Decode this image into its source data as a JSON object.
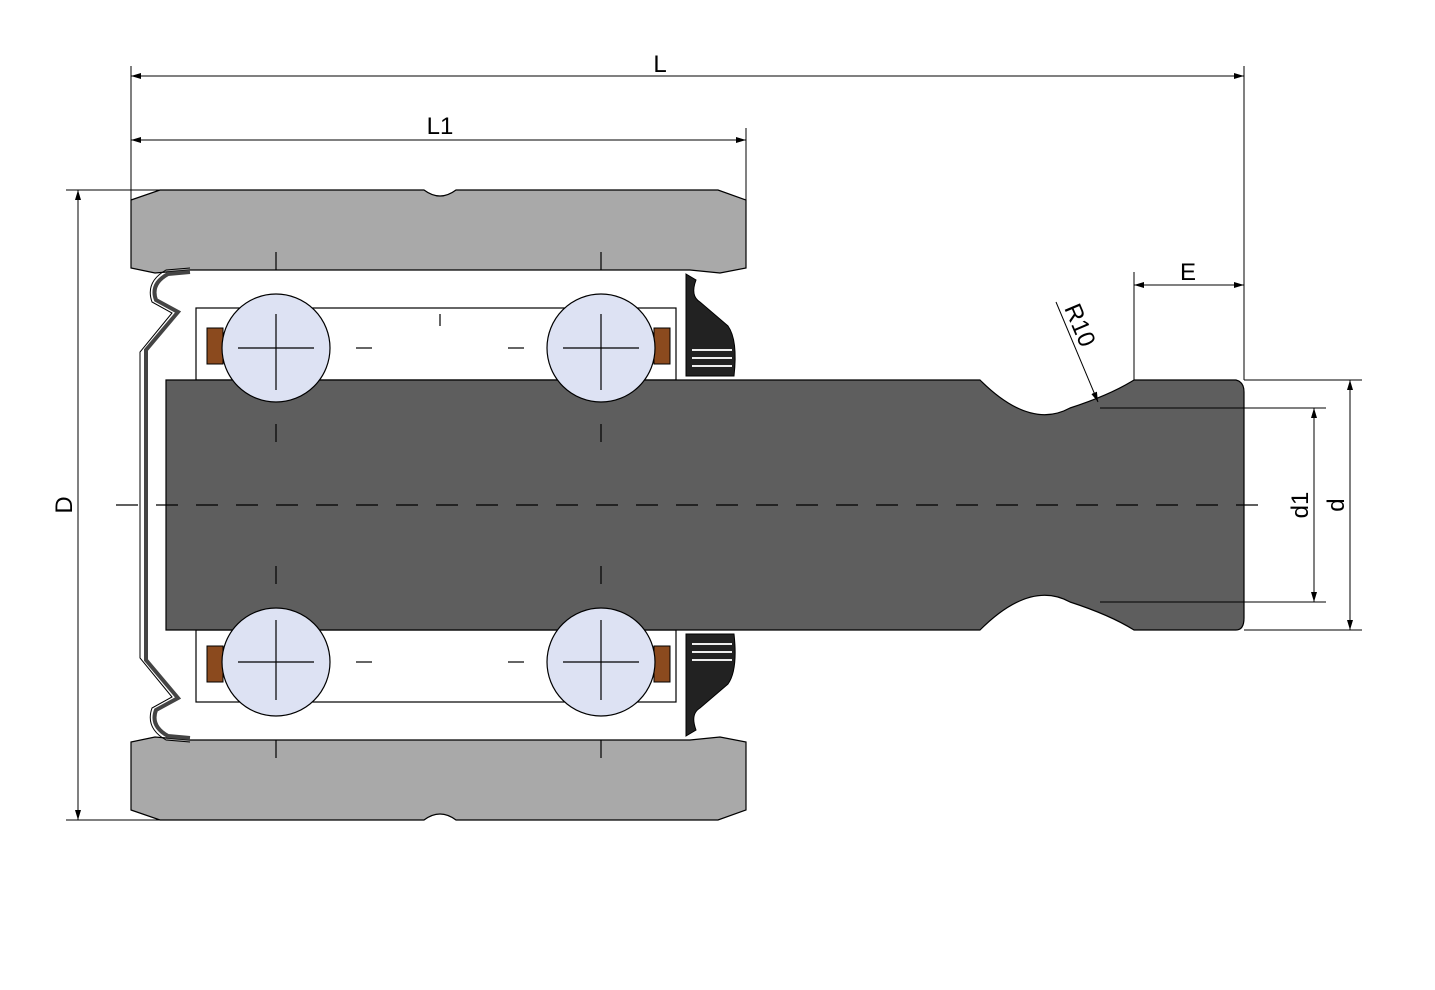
{
  "labels": {
    "L": "L",
    "L1": "L1",
    "E": "E",
    "R10": "R10",
    "D": "D",
    "d1": "d1",
    "d": "d"
  },
  "colors": {
    "outer_ring": "#a9a9a9",
    "shaft": "#5e5e5e",
    "ball": "#dde2f3",
    "cage_spacer": "#8b4a1e",
    "seal": "#222222",
    "line": "#000000",
    "background": "#ffffff"
  }
}
